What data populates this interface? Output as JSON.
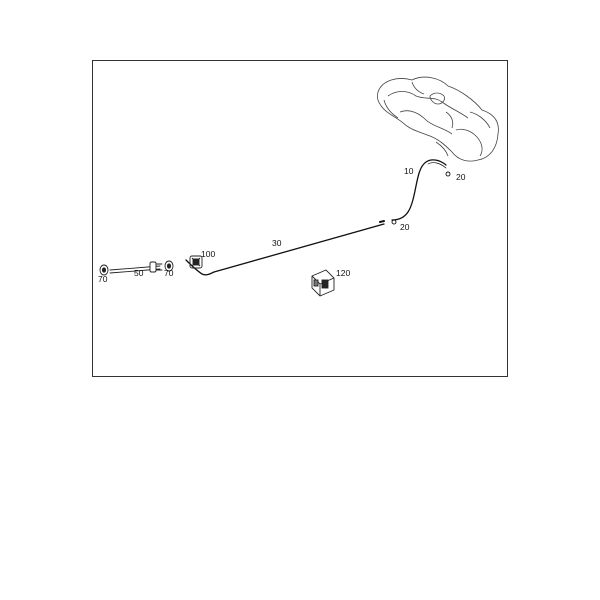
{
  "diagram": {
    "callouts": {
      "tank_line": "10",
      "clip_upper": "20",
      "clip_lower": "20",
      "main_line": "30",
      "hose": "50",
      "clip_left": "70",
      "clip_mid": "70",
      "holder": "100",
      "bracket": "120"
    }
  },
  "colors": {
    "line": "#111111",
    "outline": "#444444",
    "frame": "#333333"
  }
}
